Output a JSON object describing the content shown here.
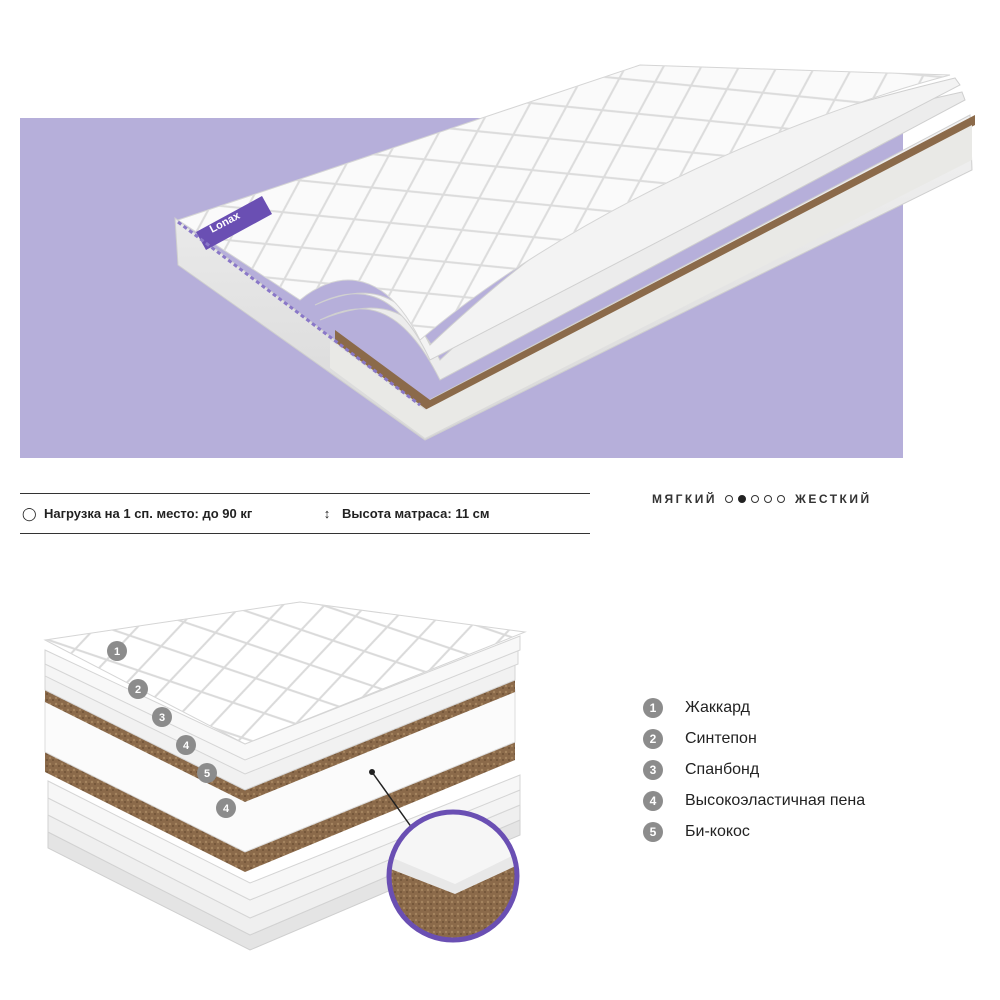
{
  "product": {
    "brand_tag": "Lonax"
  },
  "specs": {
    "load_icon": "weight-icon",
    "load_label": "Нагрузка на 1 сп. место: до 90 кг",
    "height_icon": "height-arrows-icon",
    "height_label": "Высота матраса: 11 см"
  },
  "firmness": {
    "soft_label": "МЯГКИЙ",
    "hard_label": "ЖЕСТКИЙ",
    "levels": 5,
    "selected_level": 2
  },
  "layers": {
    "markers": [
      "1",
      "2",
      "3",
      "4",
      "5",
      "4"
    ],
    "legend": [
      {
        "number": "1",
        "label": "Жаккард"
      },
      {
        "number": "2",
        "label": "Синтепон"
      },
      {
        "number": "3",
        "label": "Спанбонд"
      },
      {
        "number": "4",
        "label": "Высокоэластичная пена"
      },
      {
        "number": "5",
        "label": "Би-кокос"
      }
    ]
  },
  "colors": {
    "hero_background": "#b6afda",
    "accent_purple": "#6a4fb3",
    "coir": "#8b6a4a",
    "marker_grey": "#8c8c8c"
  }
}
